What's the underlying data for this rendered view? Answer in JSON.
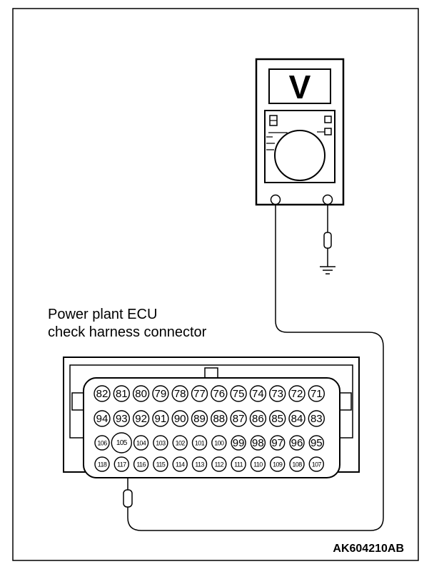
{
  "caption": {
    "line1": "Power plant ECU",
    "line2": "check harness connector"
  },
  "figure_code": "AK604210AB",
  "meter": {
    "display_symbol": "V"
  },
  "connector": {
    "rows": [
      [
        "82",
        "81",
        "80",
        "79",
        "78",
        "77",
        "76",
        "75",
        "74",
        "73",
        "72",
        "71"
      ],
      [
        "94",
        "93",
        "92",
        "91",
        "90",
        "89",
        "88",
        "87",
        "86",
        "85",
        "84",
        "83"
      ],
      [
        "106",
        "105",
        "104",
        "103",
        "102",
        "101",
        "100",
        "99",
        "98",
        "97",
        "96",
        "95"
      ],
      [
        "118",
        "117",
        "116",
        "115",
        "114",
        "113",
        "112",
        "111",
        "110",
        "109",
        "108",
        "107"
      ]
    ],
    "probed_pin": "117",
    "highlighted_pin": "105"
  }
}
